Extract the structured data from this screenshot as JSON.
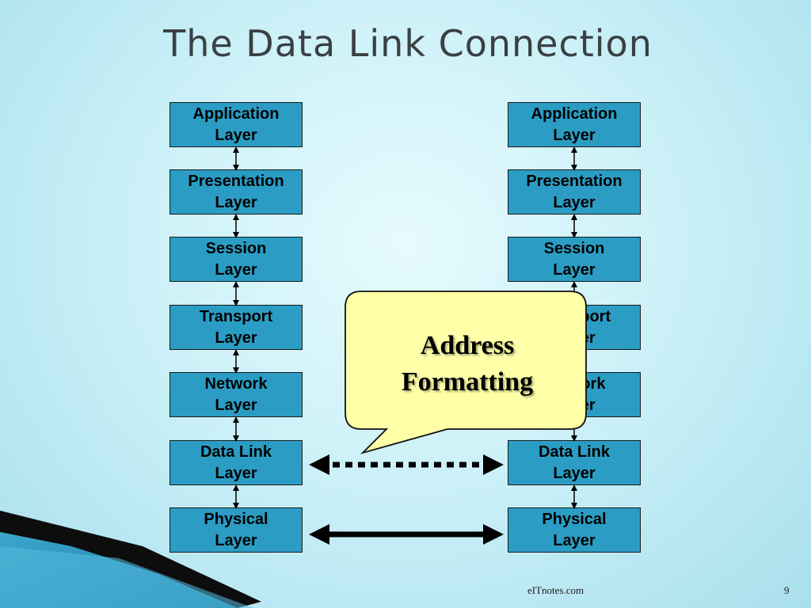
{
  "slide": {
    "title": "The Data Link Connection",
    "source": "eITnotes.com",
    "page_number": "9"
  },
  "left_stack": [
    {
      "line1": "Application",
      "line2": "Layer"
    },
    {
      "line1": "Presentation",
      "line2": "Layer"
    },
    {
      "line1": "Session",
      "line2": "Layer"
    },
    {
      "line1": "Transport",
      "line2": "Layer"
    },
    {
      "line1": "Network",
      "line2": "Layer"
    },
    {
      "line1": "Data Link",
      "line2": "Layer"
    },
    {
      "line1": "Physical",
      "line2": "Layer"
    }
  ],
  "right_stack": [
    {
      "line1": "Application",
      "line2": "Layer"
    },
    {
      "line1": "Presentation",
      "line2": "Layer"
    },
    {
      "line1": "Session",
      "line2": "Layer"
    },
    {
      "line1": "Transport",
      "line2": "Layer"
    },
    {
      "line1": "Network",
      "line2": "Layer"
    },
    {
      "line1": "Data Link",
      "line2": "Layer"
    },
    {
      "line1": "Physical",
      "line2": "Layer"
    }
  ],
  "callout": {
    "line1": "Address",
    "line2": "Formatting"
  },
  "colors": {
    "layer_fill": "#2b9dc4",
    "callout_fill": "#ffffa8"
  }
}
